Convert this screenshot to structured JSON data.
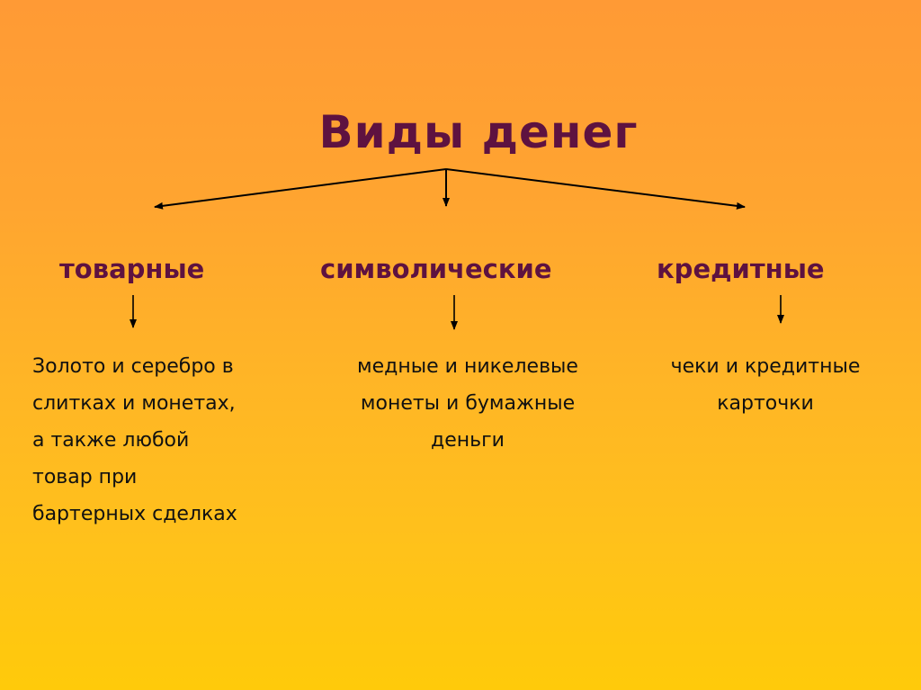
{
  "title": "Виды денег",
  "categories": [
    {
      "label": "товарные",
      "description": [
        "Золото и серебро в",
        "слитках и монетах,",
        "а также любой",
        "товар при",
        "бартерных сделках"
      ]
    },
    {
      "label": "символические",
      "description": [
        "медные и никелевые",
        "монеты и бумажные",
        "деньги"
      ]
    },
    {
      "label": "кредитные",
      "description": [
        "чеки и кредитные",
        "карточки"
      ]
    }
  ],
  "colors": {
    "heading": "#5e1240",
    "body_text": "#111111",
    "arrow": "#000000",
    "background_top": "#ff9a35",
    "background_bottom": "#ffca0a"
  }
}
